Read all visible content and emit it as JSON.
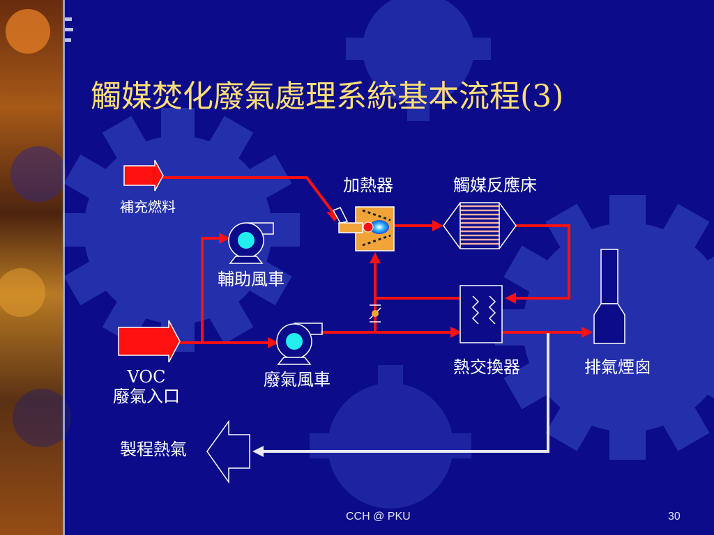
{
  "slide": {
    "title": "觸媒焚化廢氣處理系統基本流程(3)",
    "footer_center": "CCH @ PKU",
    "page_number": "30"
  },
  "labels": {
    "supplementary_fuel": "補充燃料",
    "heater": "加熱器",
    "catalyst_bed": "觸媒反應床",
    "auxiliary_fan": "輔助風車",
    "heat_exchanger": "熱交換器",
    "exhaust_stack": "排氣煙囪",
    "voc_line1": "VOC",
    "voc_line2": "廢氣入口",
    "waste_gas_fan": "廢氣風車",
    "process_heat": "製程熱氣"
  },
  "colors": {
    "background": "#0c0c8a",
    "title": "#ffdd77",
    "flow_line": "#ff1010",
    "heat_line": "#e8e8f0",
    "gear": "#3a4ec8",
    "fan_center": "#22eeee",
    "heater_body": "#f2a43a"
  }
}
